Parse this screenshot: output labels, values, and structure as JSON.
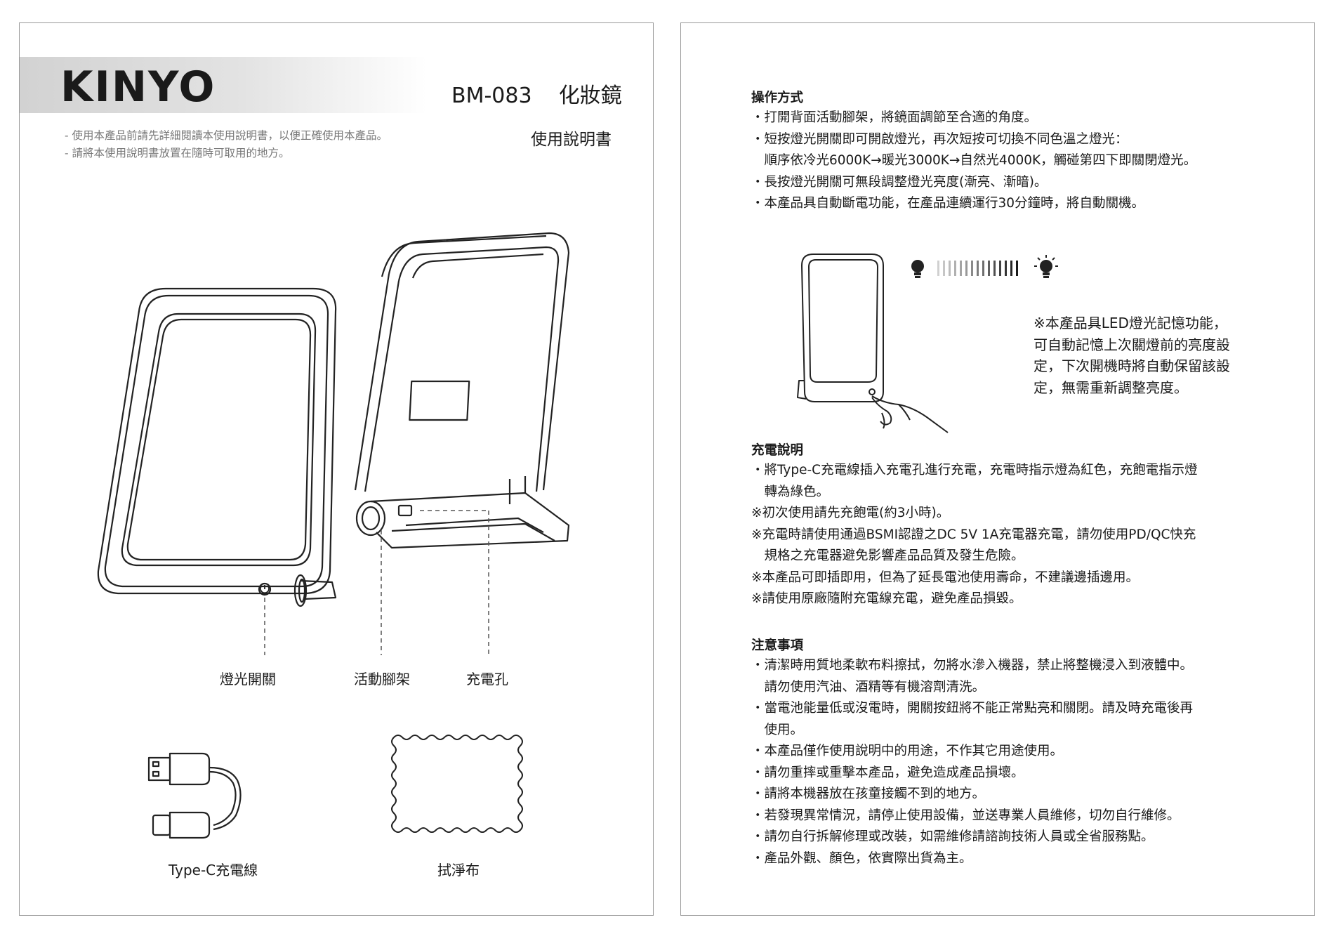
{
  "header": {
    "brand": "KINYO",
    "model": "BM-083",
    "product": "化妝鏡",
    "manual": "使用說明書",
    "notes": [
      "- 使用本產品前請先詳細閱讀本使用說明書，以便正確使用本產品。",
      "- 請將本使用說明書放置在隨時可取用的地方。"
    ]
  },
  "diagram": {
    "labels": {
      "light_switch": "燈光開關",
      "stand": "活動腳架",
      "charge_port": "充電孔",
      "cable": "Type-C充電線",
      "cloth": "拭淨布"
    }
  },
  "operation": {
    "title": "操作方式",
    "lines": [
      "・打開背面活動腳架，將鏡面調節至合適的角度。",
      "・短按燈光開關即可開啟燈光，再次短按可切換不同色溫之燈光：",
      "　順序依冷光6000K→暖光3000K→自然光4000K，觸碰第四下即關閉燈光。",
      "・長按燈光開關可無段調整燈光亮度(漸亮、漸暗)。",
      "・本產品具自動斷電功能，在產品連續運行30分鐘時，將自動關機。"
    ],
    "memory_note": [
      "※本產品具LED燈光記憶功能，",
      "可自動記憶上次關燈前的亮度設",
      "定，下次開機時將自動保留該設",
      "定，無需重新調整亮度。"
    ]
  },
  "charging": {
    "title": "充電說明",
    "lines": [
      "・將Type-C充電線插入充電孔進行充電，充電時指示燈為紅色，充飽電指示燈",
      "　轉為綠色。",
      "※初次使用請先充飽電(約3小時)。",
      "※充電時請使用通過BSMI認證之DC  5V  1A充電器充電，請勿使用PD/QC快充",
      "　規格之充電器避免影響產品品質及發生危險。",
      "※本產品可即插即用，但為了延長電池使用壽命，不建議邊插邊用。",
      "※請使用原廠隨附充電線充電，避免產品損毀。"
    ]
  },
  "cautions": {
    "title": "注意事項",
    "lines": [
      "・清潔時用質地柔軟布料擦拭，勿將水滲入機器，禁止將整機浸入到液體中。",
      "　請勿使用汽油、酒精等有機溶劑清洗。",
      "・當電池能量低或沒電時，開關按鈕將不能正常點亮和關閉。請及時充電後再",
      "　使用。",
      "・本產品僅作使用說明中的用途，不作其它用途使用。",
      "・請勿重摔或重擊本產品，避免造成產品損壞。",
      "・請將本機器放在孩童接觸不到的地方。",
      "・若發現異常情況，請停止使用設備，並送專業人員維修，切勿自行維修。",
      "・請勿自行拆解修理或改裝，如需維修請諮詢技術人員或全省服務點。",
      "・產品外觀、顏色，依實際出貨為主。"
    ]
  }
}
